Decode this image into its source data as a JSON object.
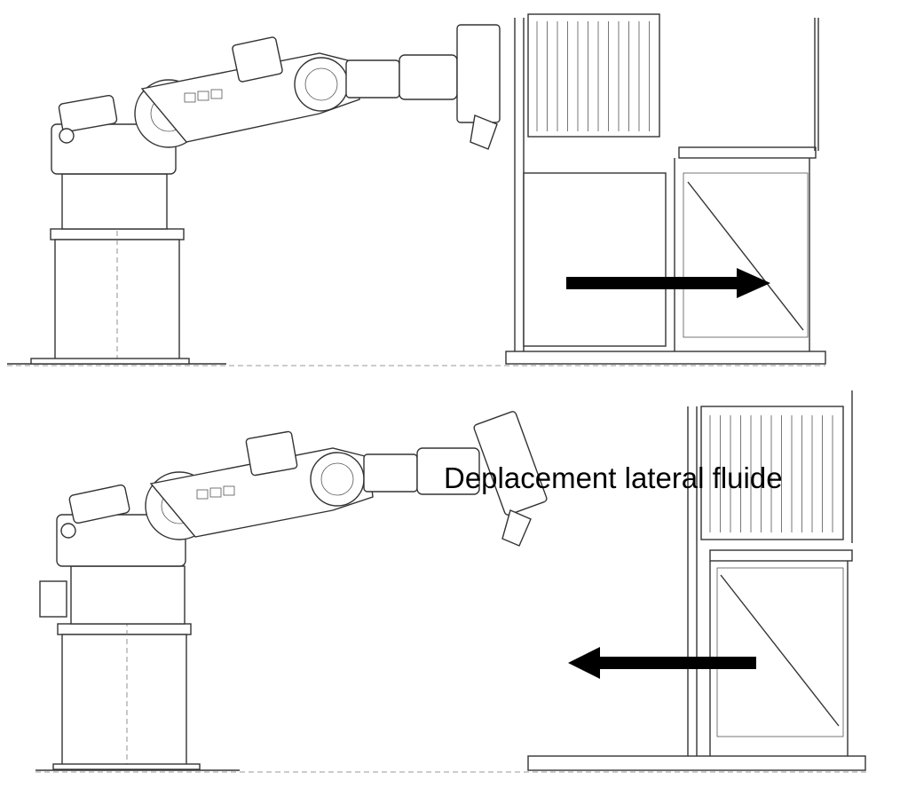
{
  "caption": "Deplacement lateral fluide",
  "panels": [
    {
      "id": "top",
      "arrow_direction": "right"
    },
    {
      "id": "bottom",
      "arrow_direction": "left"
    }
  ],
  "colors": {
    "line": "#333333",
    "arrow": "#000000",
    "background": "#ffffff"
  }
}
